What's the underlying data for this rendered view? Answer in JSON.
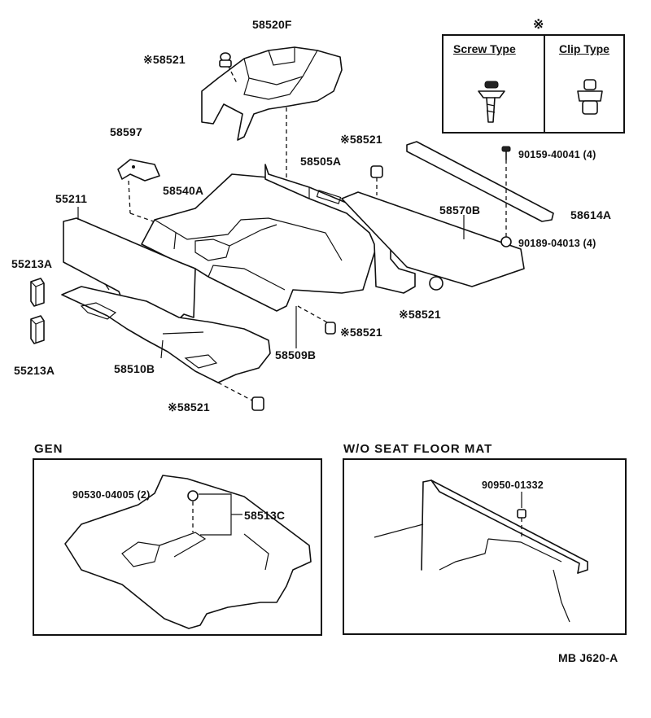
{
  "labels": {
    "p58520F": "58520F",
    "p58521_top": "※58521",
    "p58597": "58597",
    "p58521_mid": "※58521",
    "p58505A": "58505A",
    "p58540A": "58540A",
    "p55211": "55211",
    "p90159": "90159-40041 (4)",
    "p58570B": "58570B",
    "p58614A": "58614A",
    "p90189": "90189-04013 (4)",
    "p55213A_1": "55213A",
    "p55213A_2": "55213A",
    "p58521_right": "※58521",
    "p58521_center": "※58521",
    "p58509B": "58509B",
    "p58510B": "58510B",
    "p58521_bottom": "※58521"
  },
  "legend": {
    "marker": "※",
    "screw_type": "Screw Type",
    "clip_type": "Clip Type"
  },
  "insets": {
    "gen": {
      "title": "GEN",
      "part_bolt": "90530-04005 (2)",
      "part_58513C": "58513C"
    },
    "wo_mat": {
      "title": "W/O SEAT FLOOR MAT",
      "part": "90950-01332"
    }
  },
  "footer": {
    "code": "MB  J620-A"
  }
}
